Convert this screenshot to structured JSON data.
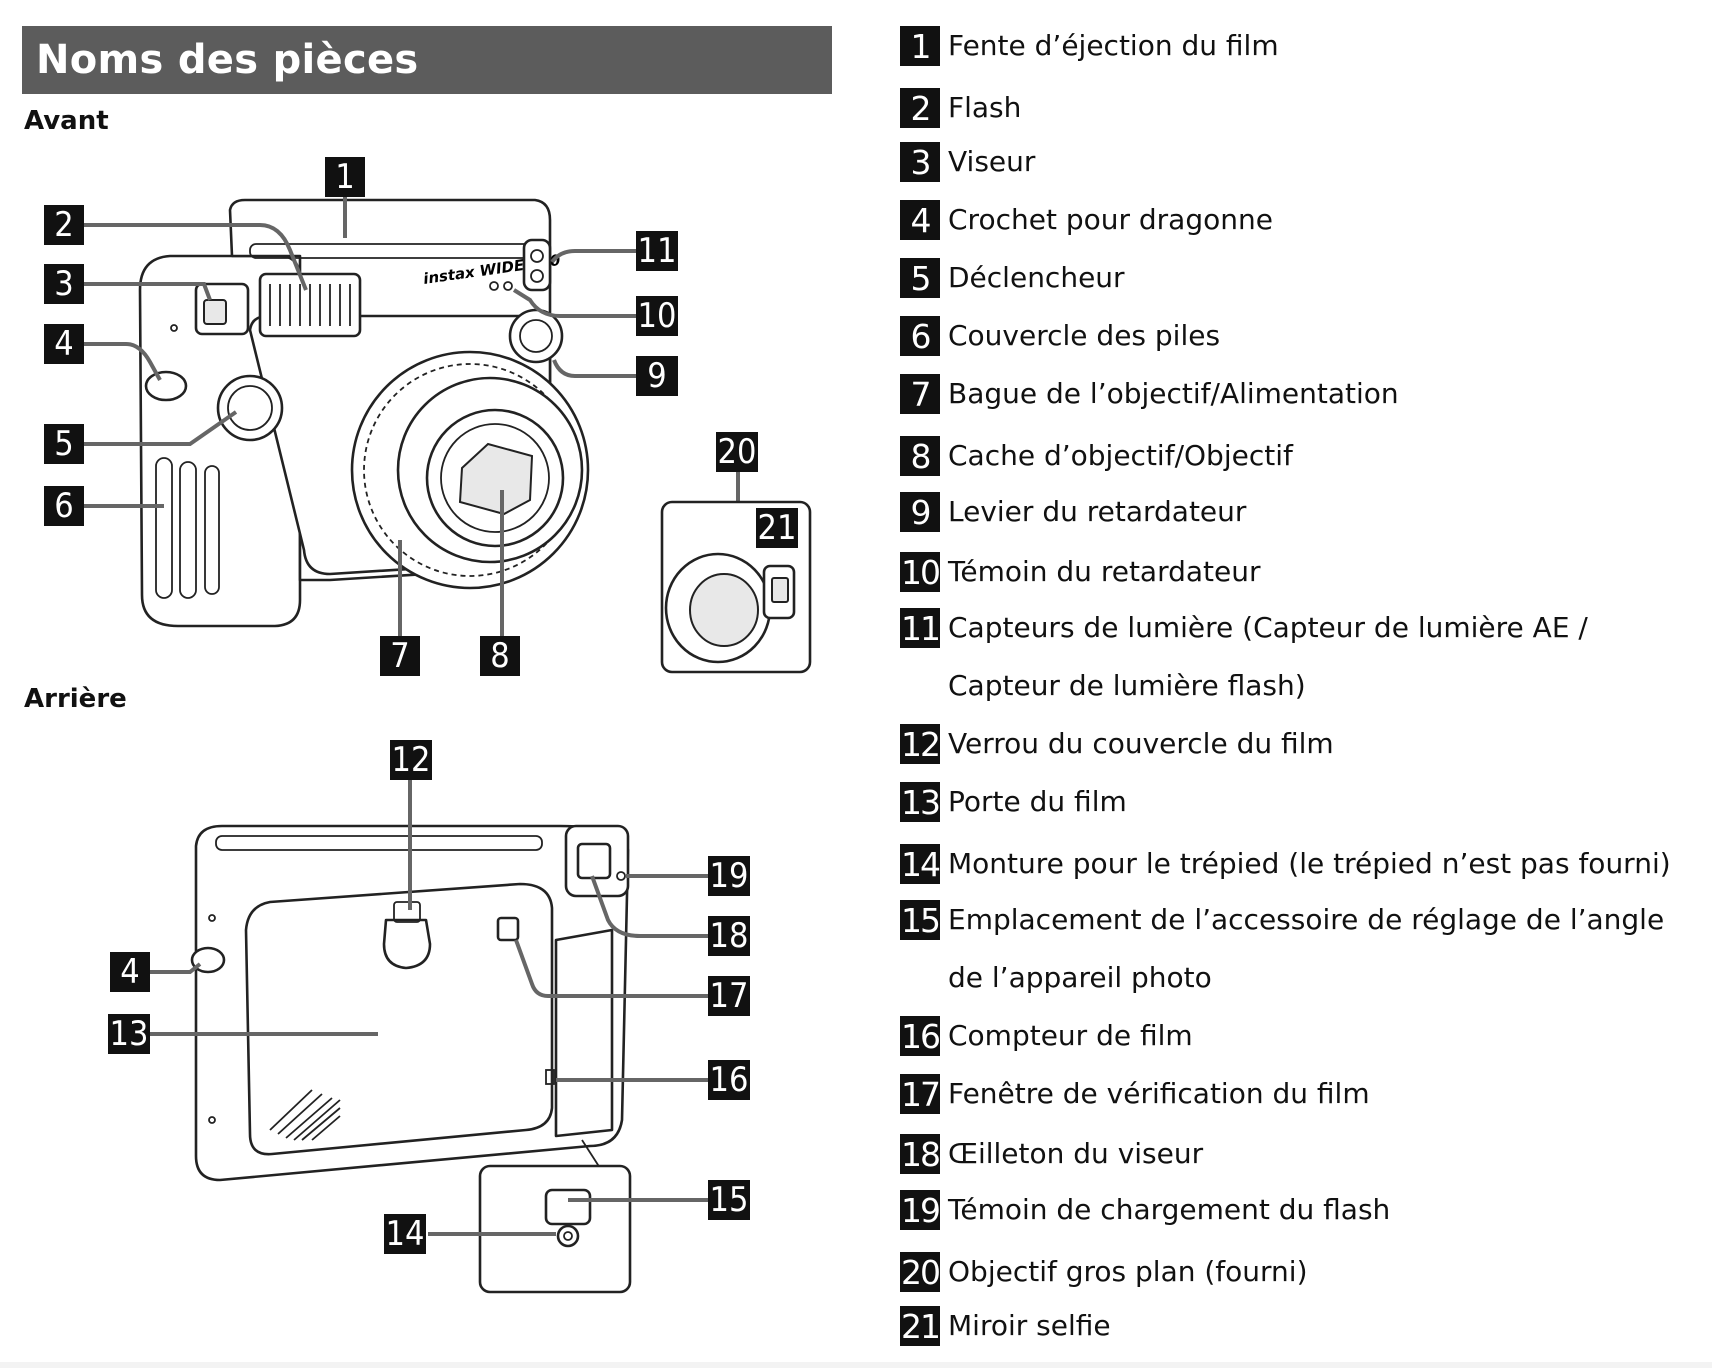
{
  "title": "Noms des pièces",
  "front_label": "Avant",
  "back_label": "Arrière",
  "brand_text": "instax WIDE 400",
  "parts": [
    {
      "num": "1",
      "label": "Fente d’éjection du film"
    },
    {
      "num": "2",
      "label": "Flash"
    },
    {
      "num": "3",
      "label": "Viseur"
    },
    {
      "num": "4",
      "label": "Crochet pour dragonne"
    },
    {
      "num": "5",
      "label": "Déclencheur"
    },
    {
      "num": "6",
      "label": "Couvercle des piles"
    },
    {
      "num": "7",
      "label": "Bague de l’objectif/Alimentation"
    },
    {
      "num": "8",
      "label": "Cache d’objectif/Objectif"
    },
    {
      "num": "9",
      "label": "Levier du retardateur"
    },
    {
      "num": "10",
      "label": "Témoin du retardateur"
    },
    {
      "num": "11",
      "label": "Capteurs de lumière (Capteur de lumière AE / Capteur de lumière flash)"
    },
    {
      "num": "12",
      "label": "Verrou du couvercle du film"
    },
    {
      "num": "13",
      "label": "Porte du film"
    },
    {
      "num": "14",
      "label": "Monture pour le trépied (le trépied n’est pas fourni)"
    },
    {
      "num": "15",
      "label": "Emplacement de l’accessoire de réglage de l’angle de l’appareil photo"
    },
    {
      "num": "16",
      "label": "Compteur de film"
    },
    {
      "num": "17",
      "label": "Fenêtre de vérification du film"
    },
    {
      "num": "18",
      "label": "Œilleton du viseur"
    },
    {
      "num": "19",
      "label": "Témoin de chargement du flash"
    },
    {
      "num": "20",
      "label": "Objectif gros plan (fourni)"
    },
    {
      "num": "21",
      "label": "Miroir selfie"
    }
  ]
}
